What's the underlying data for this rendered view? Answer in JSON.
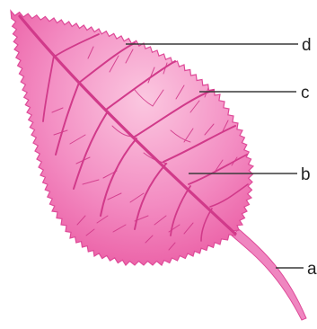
{
  "labels": [
    {
      "id": "d",
      "text": "d"
    },
    {
      "id": "c",
      "text": "c"
    },
    {
      "id": "b",
      "text": "b"
    },
    {
      "id": "a",
      "text": "a"
    }
  ],
  "colors": {
    "leaf_fill": "#f07ab8",
    "leaf_light": "#f8b3d6",
    "leaf_edge": "#de4a98",
    "vein": "#d13a8a",
    "petiole": "#ef86c0",
    "leader_line": "#3a3a3a"
  }
}
